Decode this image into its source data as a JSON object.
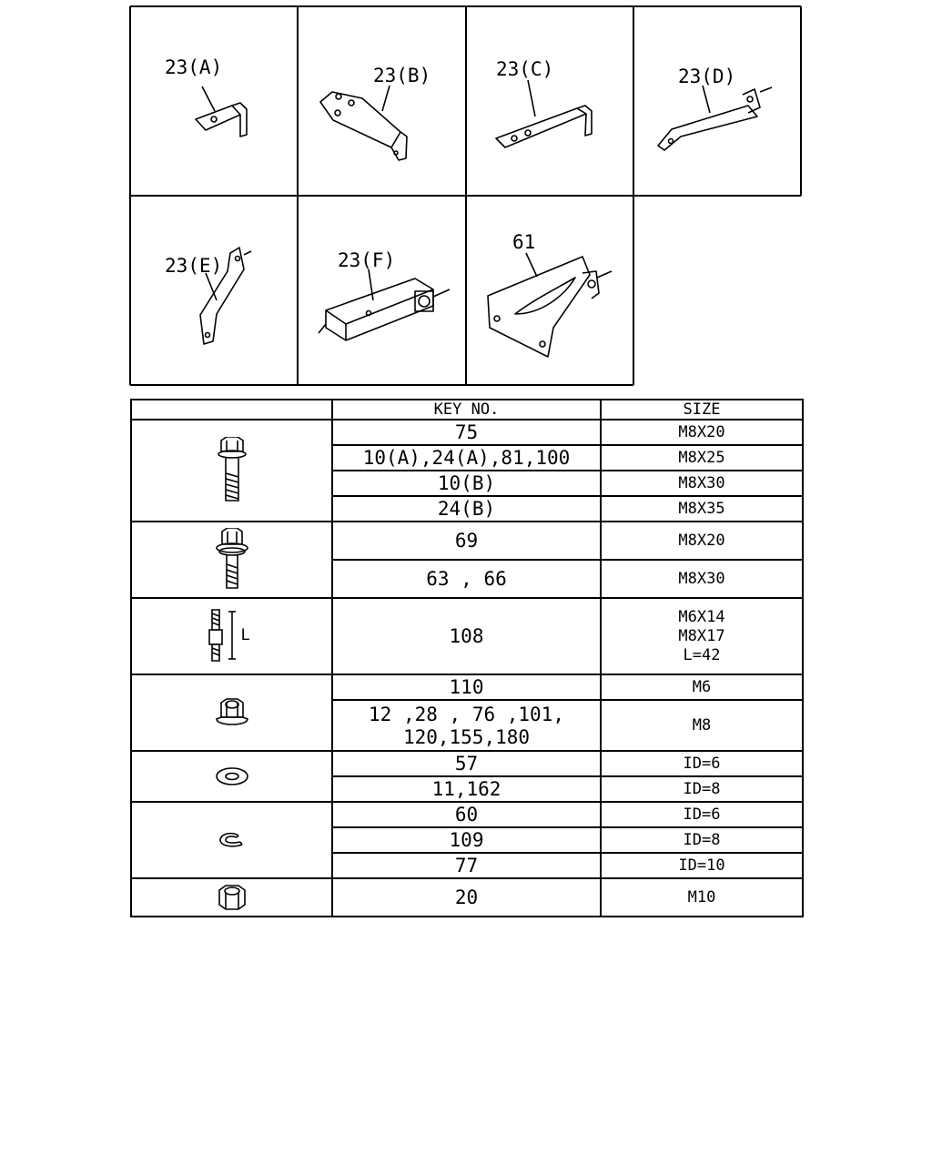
{
  "panels": [
    {
      "label": "23(A)"
    },
    {
      "label": "23(B)"
    },
    {
      "label": "23(C)"
    },
    {
      "label": "23(D)"
    },
    {
      "label": "23(E)"
    },
    {
      "label": "23(F)"
    },
    {
      "label": "61"
    }
  ],
  "table": {
    "headers": {
      "col1": "",
      "key": "KEY NO.",
      "size": "SIZE"
    },
    "bolt": [
      {
        "key": "75",
        "size": "M8X20"
      },
      {
        "key": "10(A),24(A),81,100",
        "size": "M8X25"
      },
      {
        "key": "10(B)",
        "size": "M8X30"
      },
      {
        "key": "24(B)",
        "size": "M8X35"
      }
    ],
    "bolt_washer": [
      {
        "key": "69",
        "size": "M8X20"
      },
      {
        "key": "63 , 66",
        "size": "M8X30"
      }
    ],
    "stud": {
      "key": "108",
      "sizes": [
        "M6X14",
        "M8X17",
        "L=42"
      ],
      "dim_label": "L"
    },
    "flange_nut": [
      {
        "key": "110",
        "size": "M6"
      },
      {
        "key_lines": [
          "12 ,28 , 76 ,101,",
          "120,155,180"
        ],
        "size": "M8"
      }
    ],
    "washer": [
      {
        "key": "57",
        "size": "ID=6"
      },
      {
        "key": "11,162",
        "size": "ID=8"
      }
    ],
    "clip": [
      {
        "key": "60",
        "size": "ID=6"
      },
      {
        "key": "109",
        "size": "ID=8"
      },
      {
        "key": "77",
        "size": "ID=10"
      }
    ],
    "nut": {
      "key": "20",
      "size": "M10"
    }
  }
}
